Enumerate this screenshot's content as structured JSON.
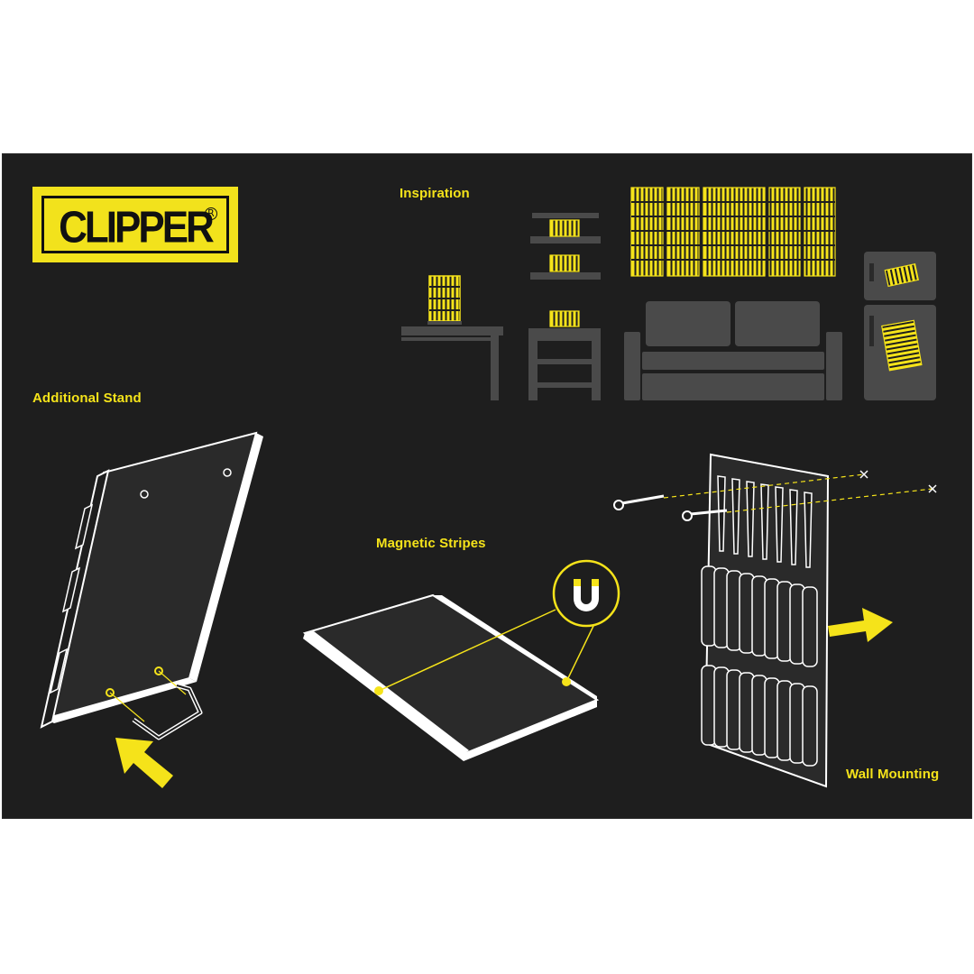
{
  "brand": {
    "logo_text": "CLIPPER",
    "registered_mark": "R"
  },
  "sections": {
    "inspiration": "Inspiration",
    "additional_stand": "Additional Stand",
    "magnetic_stripes": "Magnetic Stripes",
    "wall_mounting": "Wall Mounting"
  },
  "colors": {
    "background": "#1e1e1e",
    "accent_yellow": "#f5e31a",
    "furniture_gray": "#4a4a4a",
    "outline_white": "#ffffff"
  },
  "icons": [
    "magnet-icon",
    "arrow-right-icon",
    "arrow-up-left-icon",
    "screw-icon",
    "cross-mark-icon"
  ]
}
